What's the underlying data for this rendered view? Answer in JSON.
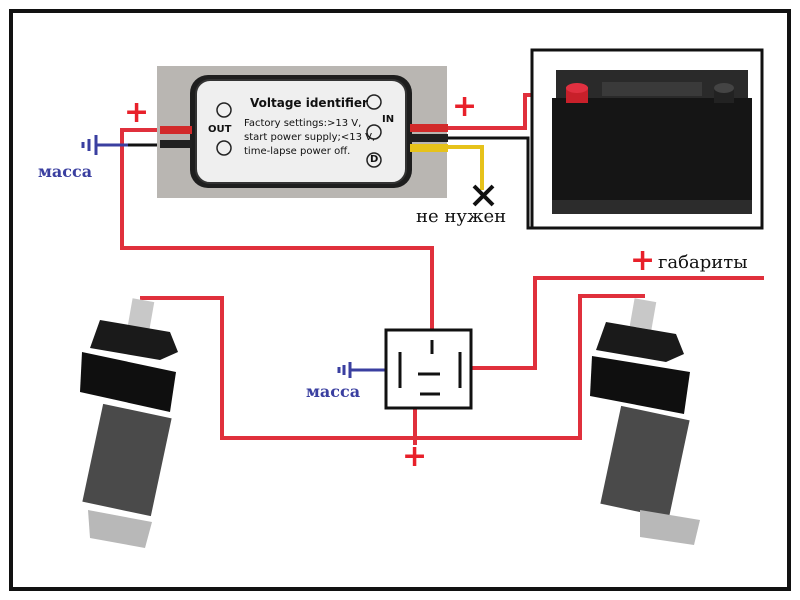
{
  "title": "",
  "labels": {
    "plus_out": "+",
    "plus_battery": "+",
    "plus_gabarity": "+",
    "gabarity": "габариты",
    "massa_left": "масса",
    "massa_relay": "масса",
    "ne_nuzhen": "не нужен",
    "plus_bottom": "+"
  },
  "module": {
    "title": "Voltage identifier",
    "line1": "Factory settings:>13 V,",
    "line2": "start power supply;<13 V,",
    "line3": "time-lapse power off.",
    "out_label": "OUT",
    "in_label": "IN",
    "d_label": "D"
  },
  "colors": {
    "wire_positive": "#e0303c",
    "wire_black": "#111111",
    "wire_yellow": "#e6c21a",
    "ground_blue": "#3a3fa0",
    "frame": "#111111"
  }
}
